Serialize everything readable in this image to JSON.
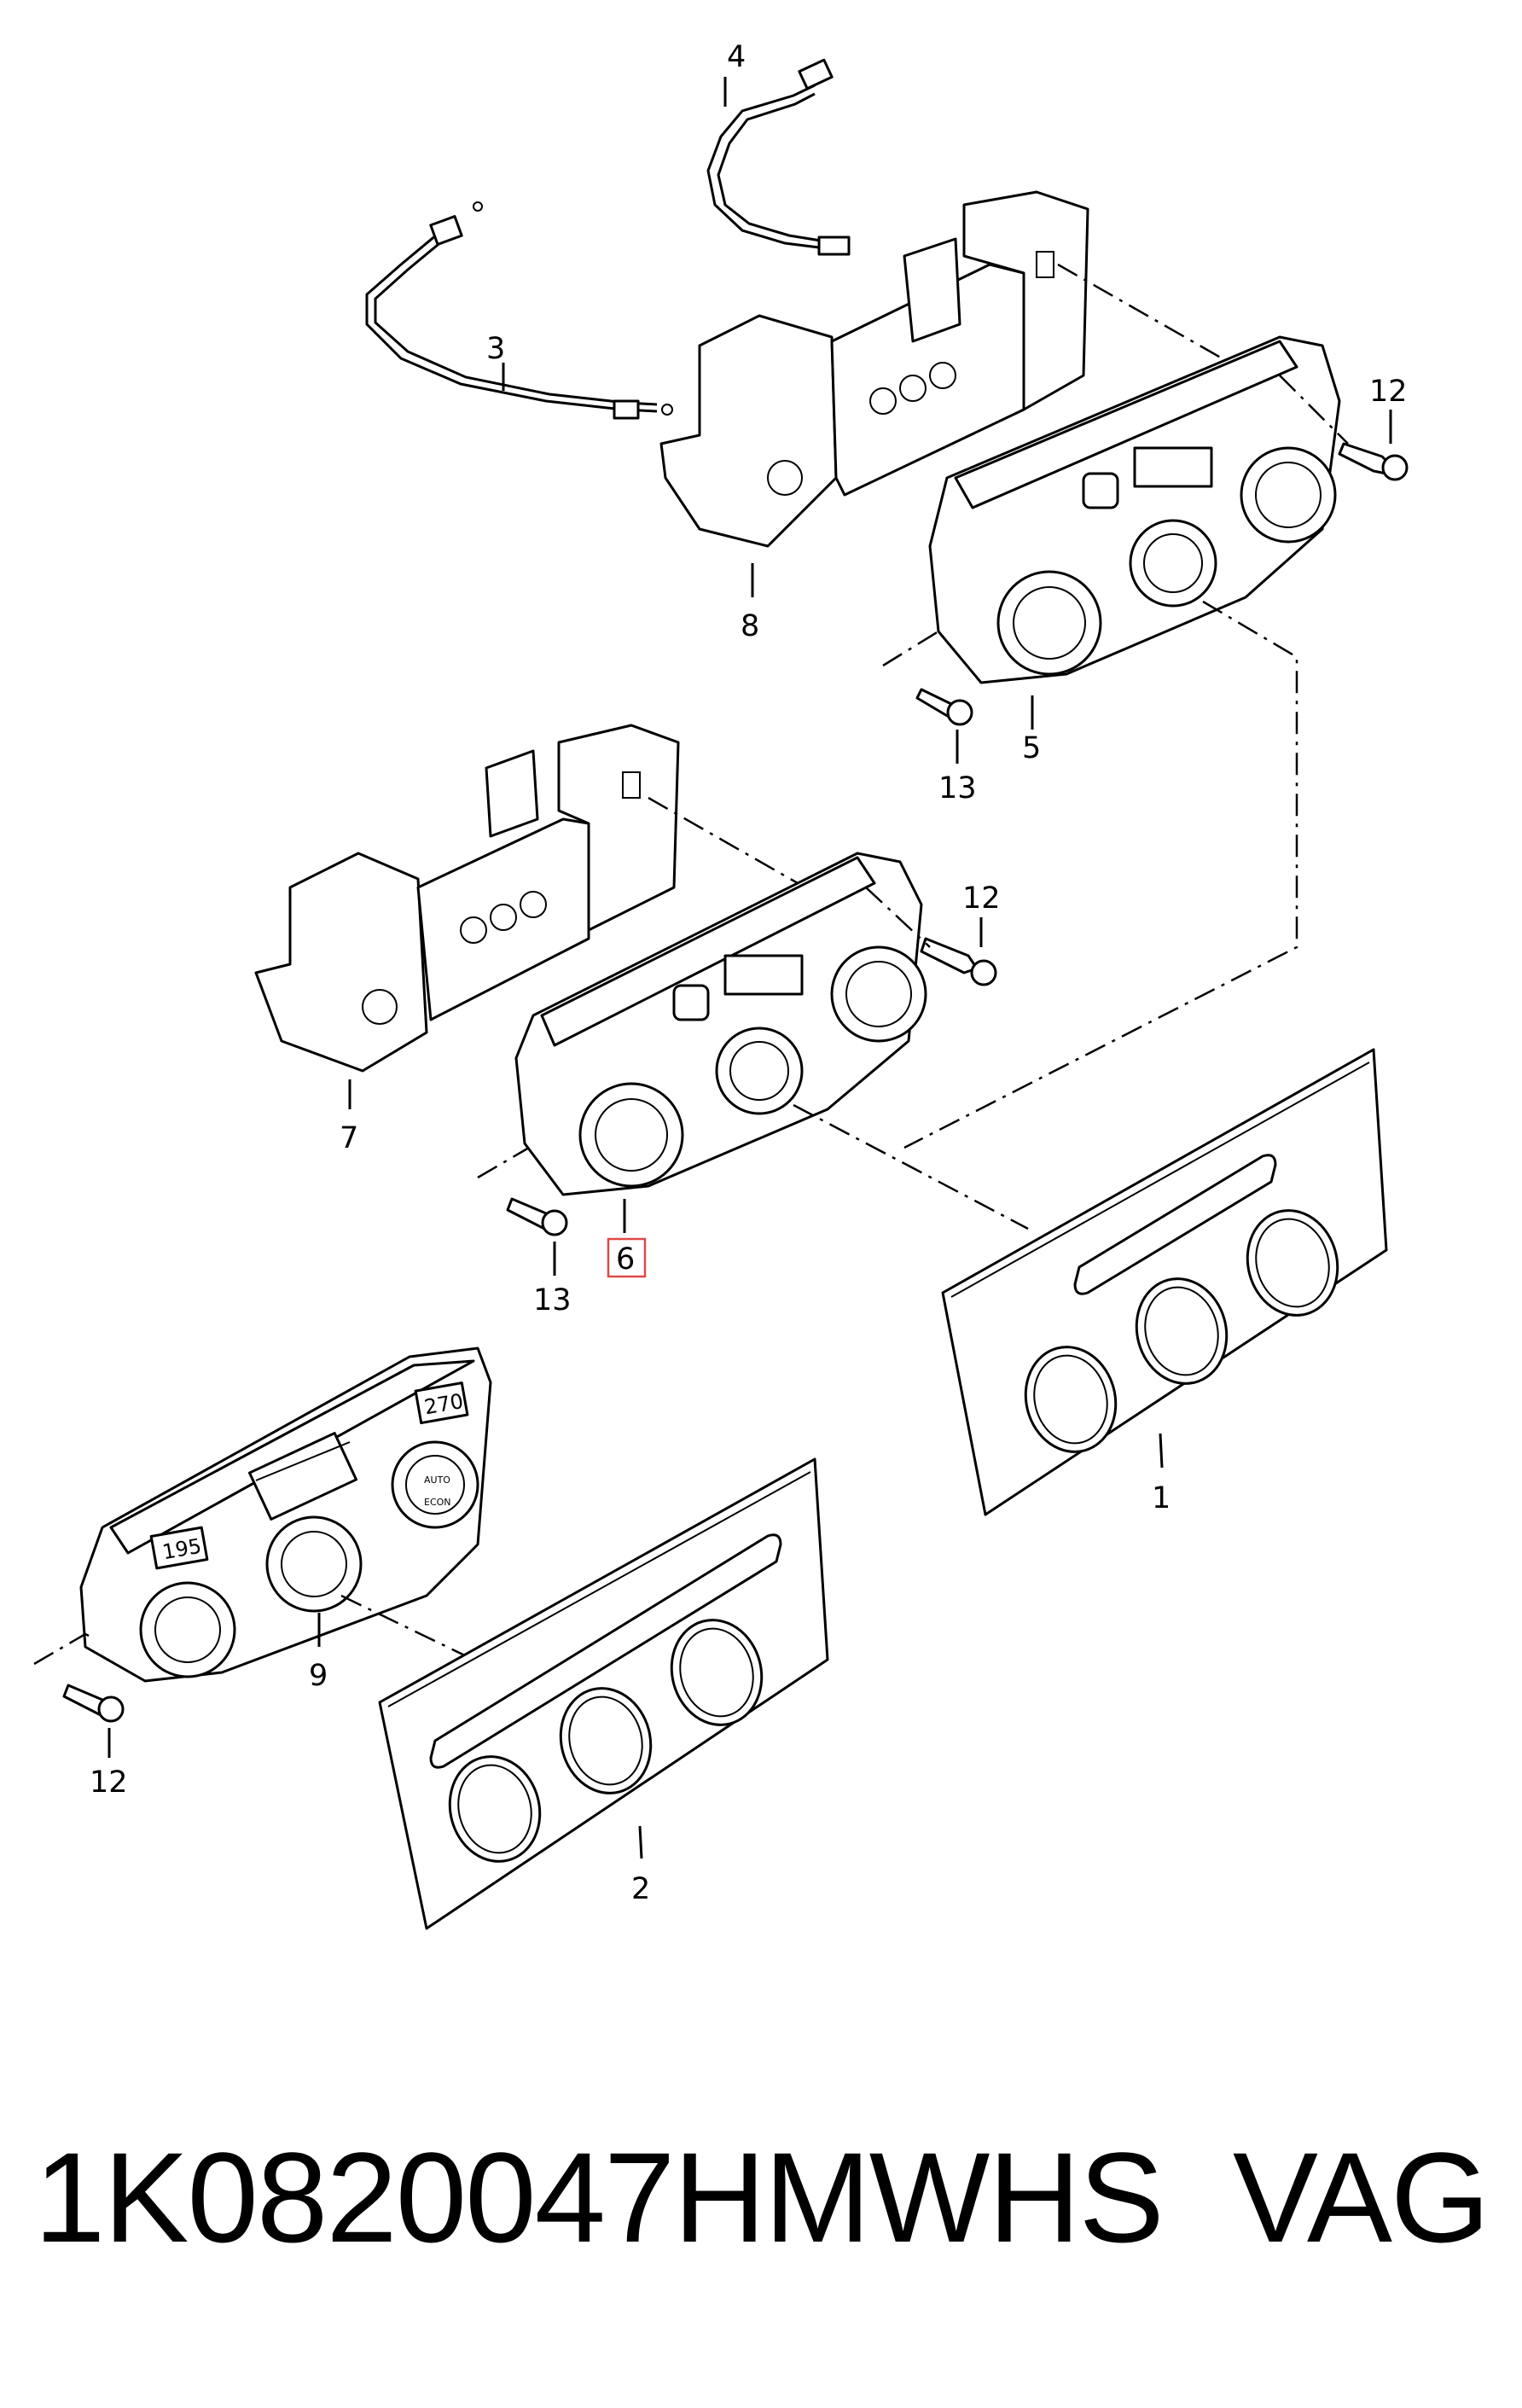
{
  "callouts": {
    "c1": "1",
    "c2": "2",
    "c3": "3",
    "c4": "4",
    "c5": "5",
    "c6": "6",
    "c7": "7",
    "c8": "8",
    "c9": "9",
    "c12a": "12",
    "c12b": "12",
    "c12c": "12",
    "c13a": "13",
    "c13b": "13"
  },
  "panel_text": {
    "display_left": "195",
    "display_right": "270",
    "auto_label": "AUTO",
    "econ_label": "ECON"
  },
  "footer": {
    "part_number": "1K0820047HMWHS",
    "brand": "VAG"
  },
  "colors": {
    "highlight": "#e04848",
    "line": "#000000"
  }
}
